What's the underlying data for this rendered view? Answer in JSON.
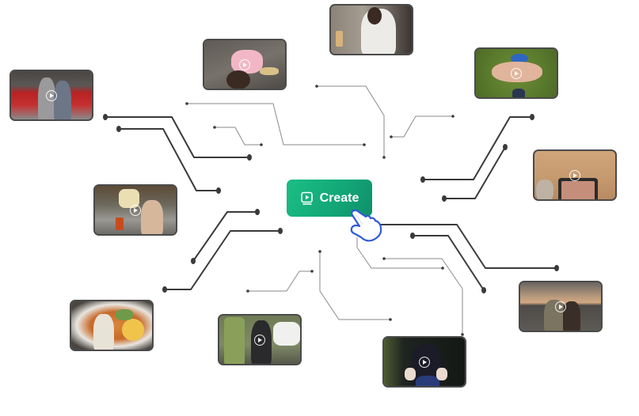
{
  "cta": {
    "label": "Create",
    "icon": "video-play-icon",
    "color_start": "#1bbf86",
    "color_end": "#0f8f6a"
  },
  "cursor": {
    "icon": "pointing-hand-cursor-icon",
    "outline_color": "#2f5bd8"
  },
  "connector_color_thick": "#3a3a3a",
  "connector_color_thin": "#8a8a8a",
  "thumbnails": [
    {
      "id": "couple-train",
      "description": "couple kissing by red train",
      "has_play": true
    },
    {
      "id": "girl-lying-pink",
      "description": "girl lying on pavement in pink",
      "has_play": true
    },
    {
      "id": "girl-cafe",
      "description": "girl at cafe with iced drink",
      "has_play": false
    },
    {
      "id": "heart-hands-grass",
      "description": "heart hands on grass",
      "has_play": true
    },
    {
      "id": "phone-sand",
      "description": "phone in sand with toes",
      "has_play": true
    },
    {
      "id": "street-snack",
      "description": "girl with snack on street",
      "has_play": true
    },
    {
      "id": "ramen-bowl",
      "description": "girl in ramen bowl",
      "has_play": true
    },
    {
      "id": "matcha-drinks",
      "description": "girl with matcha drinks",
      "has_play": true
    },
    {
      "id": "girl-dark-hug",
      "description": "girl with hands on shoulders",
      "has_play": true
    },
    {
      "id": "couple-sunset-beach",
      "description": "couple kissing at sunset beach",
      "has_play": true
    }
  ]
}
